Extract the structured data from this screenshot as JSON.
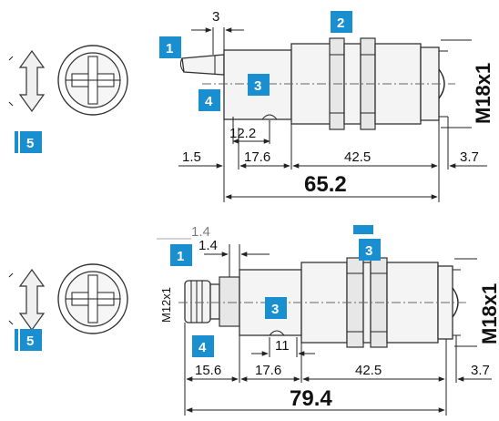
{
  "colors": {
    "badge": "#1a8fd0",
    "badge_text": "#ffffff",
    "line": "#222222"
  },
  "top_drawing": {
    "thread_label": "M18x1",
    "dims": {
      "d3": "3",
      "d12_2": "12.2",
      "d1_5": "1.5",
      "d17_6": "17.6",
      "d42_5": "42.5",
      "d3_7": "3.7",
      "total": "65.2"
    },
    "badges": {
      "b1": "1",
      "b2": "2",
      "b3": "3",
      "b4": "4",
      "b5": "5"
    }
  },
  "bottom_drawing": {
    "thread_label": "M18x1",
    "connector_label": "M12x1",
    "dims": {
      "d1_4": "1.4",
      "d1_4_ghost": "1.4",
      "d11": "11",
      "d15_6": "15.6",
      "d17_6": "17.6",
      "d42_5": "42.5",
      "d3_7": "3.7",
      "total": "79.4"
    },
    "badges": {
      "b1": "1",
      "b3a": "3",
      "b3b": "3",
      "b4": "4",
      "b5": "5"
    }
  }
}
